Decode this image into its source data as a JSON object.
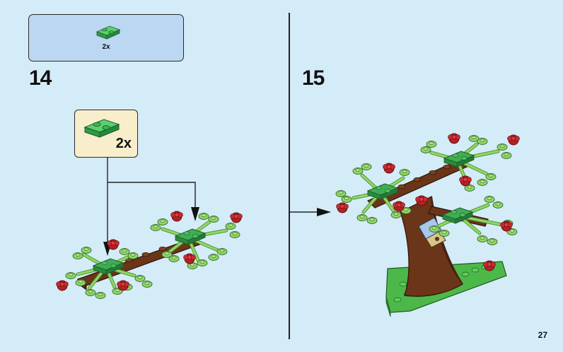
{
  "parts_list": {
    "quantity": "2x"
  },
  "steps": [
    {
      "number": "14",
      "callout_quantity": "2x"
    },
    {
      "number": "15"
    }
  ],
  "page_number": "27",
  "colors": {
    "background": "#d4ebf8",
    "parts_box": "#bcd7f2",
    "callout": "#f8eecb",
    "plate_green": "#3fae52",
    "leaf_light": "#93d56a",
    "flower_red": "#b52025",
    "trunk_brown": "#6a3519",
    "base_green": "#4cb84a"
  },
  "icons": [
    "green-plate-1x2-icon",
    "pointer-arrow-icon",
    "tree-branch-icon",
    "tree-assembly-icon"
  ]
}
